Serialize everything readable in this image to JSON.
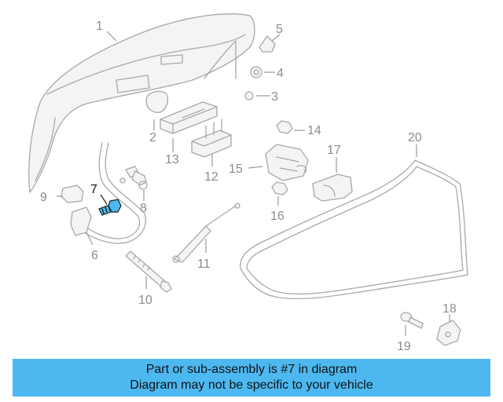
{
  "highlight": {
    "part": "7",
    "color": "#4db8f0"
  },
  "callouts": [
    {
      "id": "c1",
      "text": "1"
    },
    {
      "id": "c2",
      "text": "2"
    },
    {
      "id": "c3",
      "text": "3"
    },
    {
      "id": "c4",
      "text": "4"
    },
    {
      "id": "c5",
      "text": "5"
    },
    {
      "id": "c6",
      "text": "6"
    },
    {
      "id": "c7",
      "text": "7"
    },
    {
      "id": "c8",
      "text": "8"
    },
    {
      "id": "c9",
      "text": "9"
    },
    {
      "id": "c10",
      "text": "10"
    },
    {
      "id": "c11",
      "text": "11"
    },
    {
      "id": "c12",
      "text": "12"
    },
    {
      "id": "c13",
      "text": "13"
    },
    {
      "id": "c14",
      "text": "14"
    },
    {
      "id": "c15",
      "text": "15"
    },
    {
      "id": "c16",
      "text": "16"
    },
    {
      "id": "c17",
      "text": "17"
    },
    {
      "id": "c18",
      "text": "18"
    },
    {
      "id": "c19",
      "text": "19"
    },
    {
      "id": "c20",
      "text": "20"
    }
  ],
  "banner": {
    "line1": "Part or sub-assembly is #7 in diagram",
    "line2": "Diagram may not be specific to your vehicle"
  }
}
